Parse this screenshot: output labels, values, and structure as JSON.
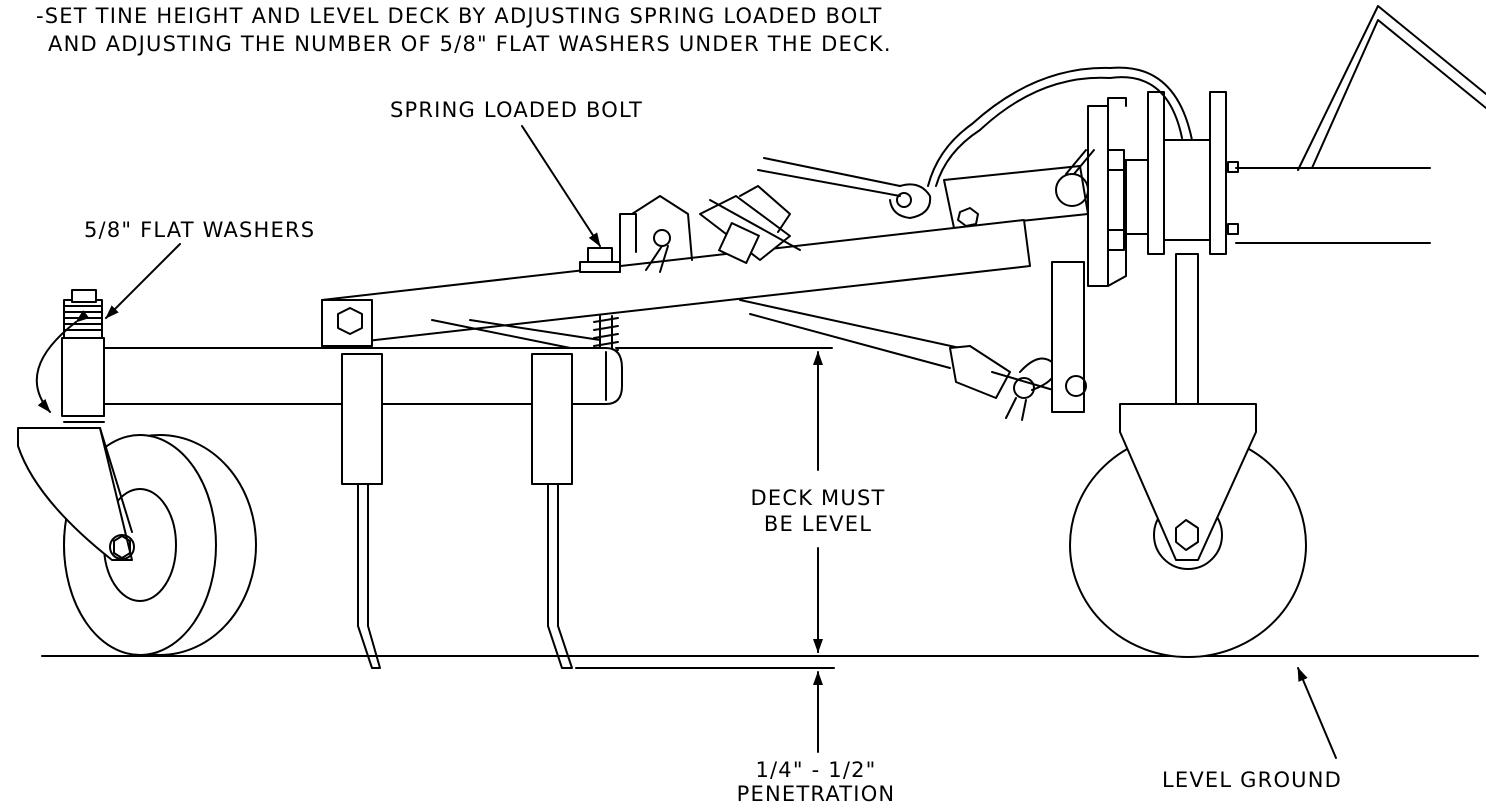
{
  "instructions": {
    "line1": "-SET TINE HEIGHT AND LEVEL DECK BY ADJUSTING SPRING LOADED BOLT",
    "line2": "AND ADJUSTING THE NUMBER OF 5/8\" FLAT WASHERS UNDER THE DECK."
  },
  "callouts": {
    "spring_loaded_bolt": "SPRING LOADED BOLT",
    "flat_washers": "5/8\" FLAT WASHERS",
    "deck_level_line1": "DECK MUST",
    "deck_level_line2": "BE LEVEL",
    "penetration_line1": "1/4\" - 1/2\"",
    "penetration_line2": "PENETRATION",
    "level_ground": "LEVEL GROUND"
  }
}
